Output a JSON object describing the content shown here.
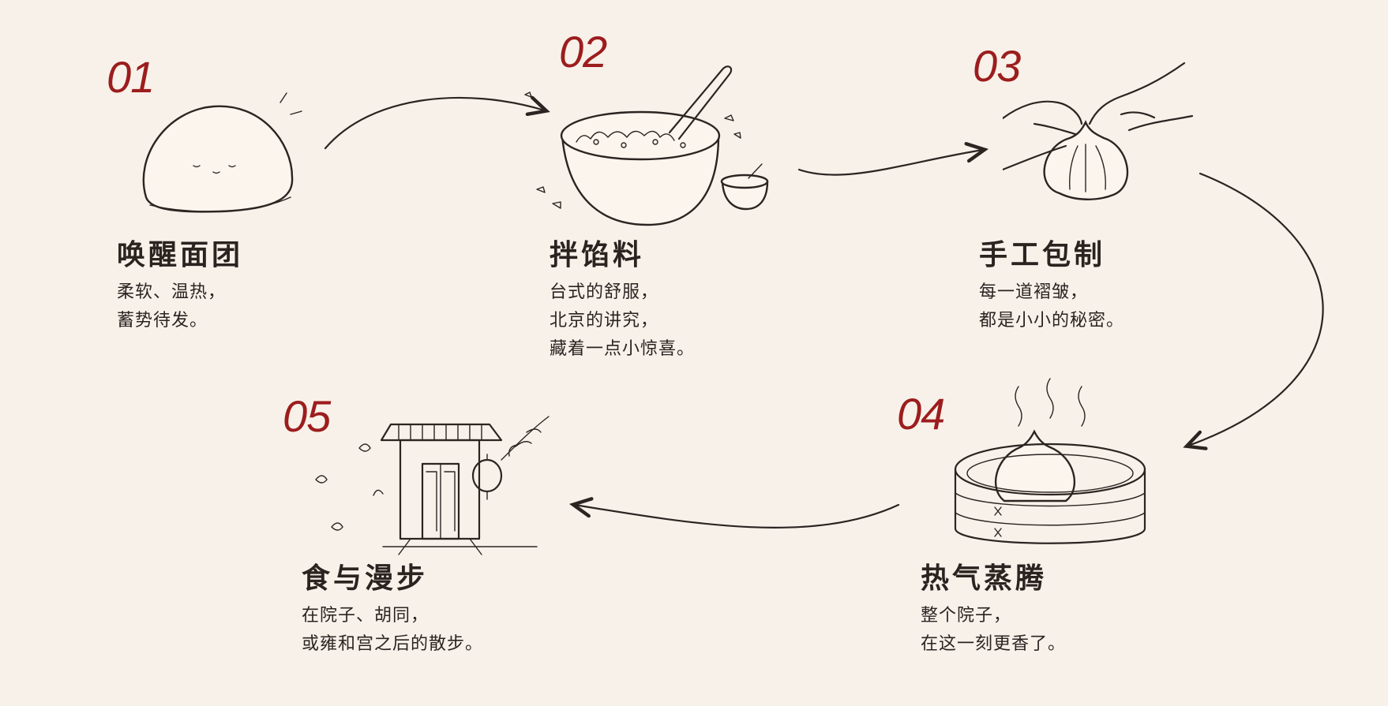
{
  "steps": [
    {
      "number": "01",
      "title": "唤醒面团",
      "lines": [
        "柔软、温热，",
        "蓄势待发。"
      ],
      "icon": "dough-ball-icon"
    },
    {
      "number": "02",
      "title": "拌馅料",
      "lines": [
        "台式的舒服，",
        "北京的讲究，",
        "藏着一点小惊喜。"
      ],
      "icon": "mixing-bowl-icon"
    },
    {
      "number": "03",
      "title": "手工包制",
      "lines": [
        "每一道褶皱，",
        "都是小小的秘密。"
      ],
      "icon": "wrapping-hands-icon"
    },
    {
      "number": "04",
      "title": "热气蒸腾",
      "lines": [
        "整个院子，",
        "在这一刻更香了。"
      ],
      "icon": "bamboo-steamer-icon"
    },
    {
      "number": "05",
      "title": "食与漫步",
      "lines": [
        "在院子、胡同，",
        "或雍和宫之后的散步。"
      ],
      "icon": "courtyard-gate-icon"
    }
  ],
  "colors": {
    "background": "#f8f1ea",
    "accent": "#9c1d1d",
    "ink": "#2a2320"
  }
}
